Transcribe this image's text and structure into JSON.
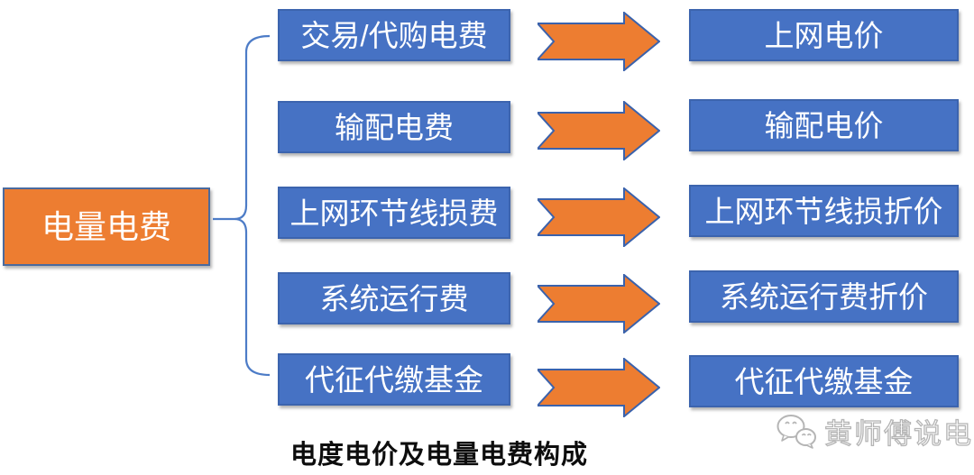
{
  "diagram": {
    "title_caption": "电度电价及电量电费构成",
    "root_node": {
      "label": "电量电费"
    },
    "rows": [
      {
        "source": "交易/代购电费",
        "target": "上网电价"
      },
      {
        "source": "输配电费",
        "target": "输配电价"
      },
      {
        "source": "上网环节线损费",
        "target": "上网环节线损折价"
      },
      {
        "source": "系统运行费",
        "target": "系统运行费折价"
      },
      {
        "source": "代征代缴基金",
        "target": "代征代缴基金"
      }
    ],
    "colors": {
      "node_blue": "#4672C4",
      "node_blue_border": "#3C64AE",
      "node_orange": "#ED7D31",
      "arrow_fill": "#ED7D31",
      "arrow_border": "#3A62AC",
      "brace_blue": "#4D7CC7",
      "caption_black": "#0D0D0D",
      "watermark_gray": "#B5B5B5"
    }
  },
  "watermark": {
    "text": "黄师傅说电",
    "icon": "wechat-chat-bubbles"
  }
}
